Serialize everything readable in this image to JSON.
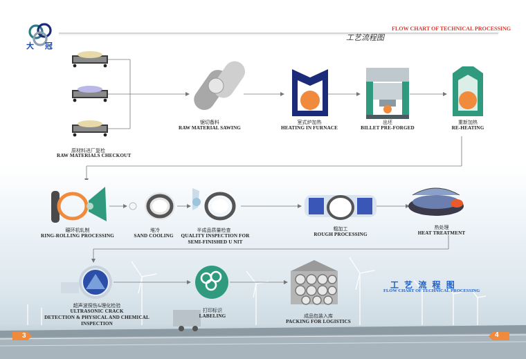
{
  "header": {
    "brand_text": "大 冠",
    "title_cn": "工艺流程图",
    "title_en": "FLOW CHART OF TECHNICAL PROCESSING"
  },
  "steps": [
    {
      "cn": "原材料进厂复检",
      "en": "RAW MATERIALS CHECKOUT"
    },
    {
      "cn": "锯切备料",
      "en": "RAW MATERIAL SAWING"
    },
    {
      "cn": "室式炉加热",
      "en": "HEATING IN FURNACE"
    },
    {
      "cn": "出坯",
      "en": "BILLET PRE-FORGED"
    },
    {
      "cn": "重新加热",
      "en": "RE-HEATING"
    },
    {
      "cn": "碾环机轧制",
      "en": "RING-ROLLING PROCESSING"
    },
    {
      "cn": "堆冷",
      "en": "SAND COOLING"
    },
    {
      "cn": "半成品质量检查",
      "en": "QUALITY INSPECTION FOR",
      "en2": "SEMI-FINISHED U NIT"
    },
    {
      "cn": "粗加工",
      "en": "ROUGH  PROCESSING"
    },
    {
      "cn": "热处理",
      "en": "HEAT  TREATMENT"
    },
    {
      "cn": "超声波探伤&理化检验",
      "en": "ULTRASONIC CRACK",
      "en2": "DETECTION & PHYSICAL AND CHEMICAL",
      "en3": "INSPECTION"
    },
    {
      "cn": "打印标识",
      "en": "LABELING"
    },
    {
      "cn": "成品包装入库",
      "en": "PACKING  FOR LOGISTICS"
    }
  ],
  "footer": {
    "title_cn": "工 艺 流 程 图",
    "title_en": "FLOW CHART OF TECHNICAL PROCESSING",
    "page_left": "3",
    "page_right": "4"
  },
  "colors": {
    "accent_red": "#e03a2e",
    "navy": "#1c2a7a",
    "teal": "#2f9a7e",
    "footer_blue": "#1f5fc8"
  }
}
